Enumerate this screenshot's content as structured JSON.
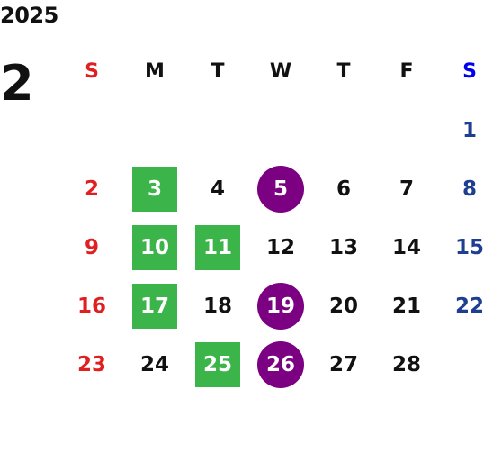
{
  "calendar": {
    "year": "2025",
    "month": "2",
    "weekdays": [
      "S",
      "M",
      "T",
      "W",
      "T",
      "F",
      "S"
    ],
    "weeks": [
      [
        {
          "d": ""
        },
        {
          "d": ""
        },
        {
          "d": ""
        },
        {
          "d": ""
        },
        {
          "d": ""
        },
        {
          "d": ""
        },
        {
          "d": "1"
        }
      ],
      [
        {
          "d": "2"
        },
        {
          "d": "3",
          "m": "green"
        },
        {
          "d": "4"
        },
        {
          "d": "5",
          "m": "purple"
        },
        {
          "d": "6"
        },
        {
          "d": "7"
        },
        {
          "d": "8"
        }
      ],
      [
        {
          "d": "9"
        },
        {
          "d": "10",
          "m": "green"
        },
        {
          "d": "11",
          "m": "green"
        },
        {
          "d": "12"
        },
        {
          "d": "13"
        },
        {
          "d": "14"
        },
        {
          "d": "15"
        }
      ],
      [
        {
          "d": "16"
        },
        {
          "d": "17",
          "m": "green"
        },
        {
          "d": "18"
        },
        {
          "d": "19",
          "m": "purple"
        },
        {
          "d": "20"
        },
        {
          "d": "21"
        },
        {
          "d": "22"
        }
      ],
      [
        {
          "d": "23"
        },
        {
          "d": "24"
        },
        {
          "d": "25",
          "m": "green"
        },
        {
          "d": "26",
          "m": "purple"
        },
        {
          "d": "27"
        },
        {
          "d": "28"
        },
        {
          "d": ""
        }
      ],
      [
        {
          "d": ""
        },
        {
          "d": ""
        },
        {
          "d": ""
        },
        {
          "d": ""
        },
        {
          "d": ""
        },
        {
          "d": ""
        },
        {
          "d": ""
        }
      ]
    ]
  },
  "colors": {
    "sunday": "#e02020",
    "saturday": "#1e3f91",
    "saturday_header": "#0000ee",
    "green_mark": "#3bb54a",
    "purple_mark": "#7b0082"
  }
}
